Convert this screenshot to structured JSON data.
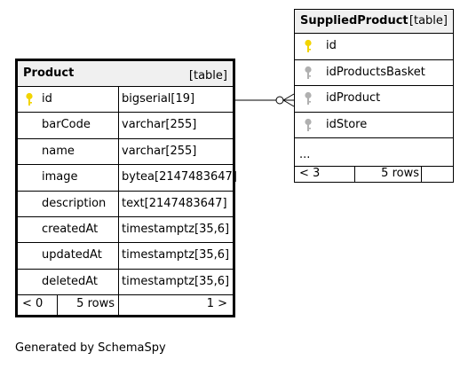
{
  "product": {
    "name": "Product",
    "kind": "[table]",
    "rows": [
      {
        "column": "id",
        "type": "bigserial[19]",
        "key": "primary"
      },
      {
        "column": "barCode",
        "type": "varchar[255]",
        "key": "none"
      },
      {
        "column": "name",
        "type": "varchar[255]",
        "key": "none"
      },
      {
        "column": "image",
        "type": "bytea[2147483647]",
        "key": "none"
      },
      {
        "column": "description",
        "type": "text[2147483647]",
        "key": "none"
      },
      {
        "column": "createdAt",
        "type": "timestamptz[35,6]",
        "key": "none"
      },
      {
        "column": "updatedAt",
        "type": "timestamptz[35,6]",
        "key": "none"
      },
      {
        "column": "deletedAt",
        "type": "timestamptz[35,6]",
        "key": "none"
      }
    ],
    "footer": {
      "parents": "< 0",
      "rows": "5 rows",
      "children": "1 >"
    }
  },
  "supplied_product": {
    "name": "SuppliedProduct",
    "kind": "[table]",
    "rows": [
      {
        "column": "id",
        "key": "primary"
      },
      {
        "column": "idProductsBasket",
        "key": "foreign"
      },
      {
        "column": "idProduct",
        "key": "foreign"
      },
      {
        "column": "idStore",
        "key": "foreign"
      }
    ],
    "ellipsis": "...",
    "footer": {
      "parents": "< 3",
      "rows": "5 rows",
      "children": ""
    }
  },
  "relationship": {
    "from": "Product.id",
    "to": "SuppliedProduct.idProduct",
    "cardinality": "one-to-many"
  },
  "colors": {
    "primary_key": "#f2d400",
    "foreign_key": "#b0b0b0",
    "header_bg": "#f0f0f0"
  },
  "credit": "Generated by SchemaSpy"
}
